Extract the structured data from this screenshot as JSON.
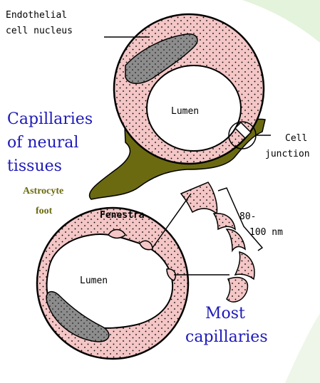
{
  "labels": {
    "endothelial_line1": "Endothelial",
    "endothelial_line2": "cell nucleus",
    "lumen_top": "Lumen",
    "lumen_bottom": "Lumen",
    "capillaries_line1": "Capillaries",
    "capillaries_line2": "of neural",
    "capillaries_line3": "tissues",
    "cell_junction_line1": "Cell",
    "cell_junction_line2": "junction",
    "astrocyte_line1": "Astrocyte",
    "astrocyte_line2": "foot",
    "fenestra": "Fenestra",
    "size_line1": "80-",
    "size_line2": "100 nm",
    "most_line1": "Most",
    "most_line2": "capillaries"
  },
  "colors": {
    "cell_pink": "#f4c6c6",
    "nucleus_gray": "#8c8c8c",
    "astrocyte_olive": "#6b6a10",
    "label_blue": "#1d1ab8",
    "outline": "#000000",
    "corner_tint": "#e4f3dc"
  }
}
